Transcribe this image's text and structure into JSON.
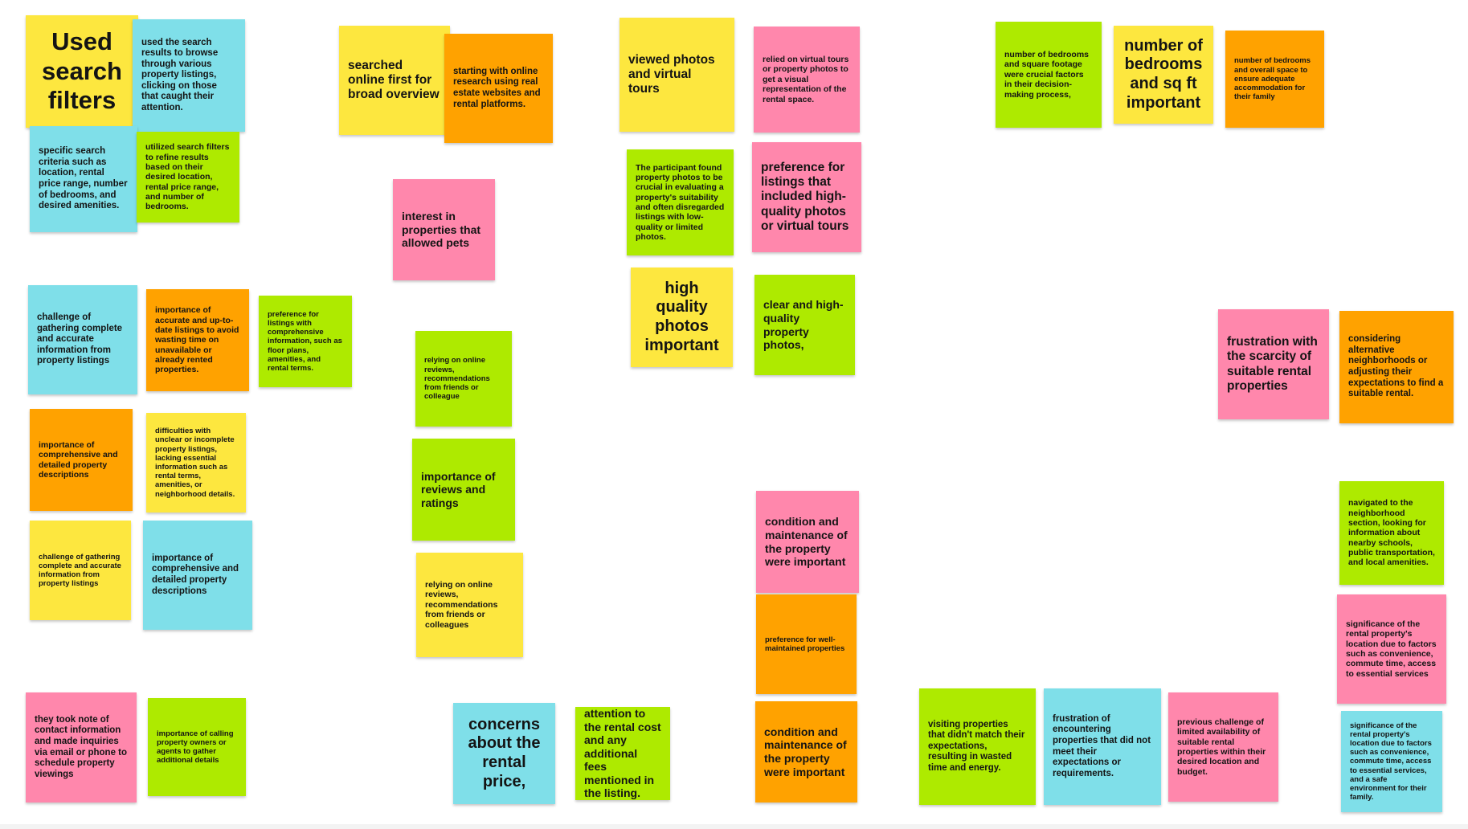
{
  "board": {
    "notes": [
      {
        "text": "Used search filters",
        "color": "yellow"
      },
      {
        "text": "used the search results to browse through various property listings, clicking on those that caught their attention.",
        "color": "blue"
      },
      {
        "text": "specific search criteria such as location, rental price range, number of bedrooms, and desired amenities.",
        "color": "blue"
      },
      {
        "text": "utilized search filters to refine results based on their desired location, rental price range, and number of bedrooms.",
        "color": "green"
      },
      {
        "text": "searched online first for broad overview",
        "color": "yellow"
      },
      {
        "text": "starting with online research using real estate websites and rental platforms.",
        "color": "orange"
      },
      {
        "text": "interest in properties that allowed pets",
        "color": "pink"
      },
      {
        "text": "viewed photos and virtual tours",
        "color": "yellow"
      },
      {
        "text": "relied on virtual tours or property photos to get a visual representation of the rental space.",
        "color": "pink"
      },
      {
        "text": "The participant found property photos to be crucial in evaluating a property's suitability and often disregarded listings with low-quality or limited photos.",
        "color": "green"
      },
      {
        "text": "preference for listings that included high-quality photos or virtual tours",
        "color": "pink"
      },
      {
        "text": "high quality photos important",
        "color": "yellow"
      },
      {
        "text": "clear and high-quality property photos,",
        "color": "green"
      },
      {
        "text": "number of bedrooms and square footage were crucial factors in their decision-making process,",
        "color": "green"
      },
      {
        "text": "number of bedrooms and sq ft important",
        "color": "yellow"
      },
      {
        "text": "number of bedrooms and overall space to ensure adequate accommodation for their family",
        "color": "orange"
      },
      {
        "text": "challenge of gathering complete and accurate information from property listings",
        "color": "blue"
      },
      {
        "text": "importance of accurate and up-to-date listings to avoid wasting time on unavailable or already rented properties.",
        "color": "orange"
      },
      {
        "text": "preference for listings with comprehensive information, such as floor plans, amenities, and rental terms.",
        "color": "green"
      },
      {
        "text": "relying on online reviews, recommendations from friends or colleague",
        "color": "green"
      },
      {
        "text": "importance of reviews and ratings",
        "color": "green"
      },
      {
        "text": "relying on online reviews, recommendations from friends or colleagues",
        "color": "yellow"
      },
      {
        "text": "importance of comprehensive and detailed property descriptions",
        "color": "orange"
      },
      {
        "text": "difficulties with unclear or incomplete property listings, lacking essential information such as rental terms, amenities, or neighborhood details.",
        "color": "yellow"
      },
      {
        "text": "challenge of gathering complete and accurate information from property listings",
        "color": "yellow"
      },
      {
        "text": "importance of comprehensive and detailed property descriptions",
        "color": "blue"
      },
      {
        "text": "frustration with the scarcity of suitable rental properties",
        "color": "pink"
      },
      {
        "text": "considering alternative neighborhoods or adjusting their expectations to find a suitable rental.",
        "color": "orange"
      },
      {
        "text": "condition and maintenance of the property were important",
        "color": "pink"
      },
      {
        "text": "preference for well-maintained properties",
        "color": "orange"
      },
      {
        "text": "condition and maintenance of the property were important",
        "color": "orange"
      },
      {
        "text": "navigated to the neighborhood section, looking for information about nearby schools, public transportation, and local amenities.",
        "color": "green"
      },
      {
        "text": "significance of the rental property's location due to factors such as convenience, commute time, access to essential services",
        "color": "pink"
      },
      {
        "text": "significance of the rental property's location due to factors such as convenience, commute time, access to essential services, and a safe environment for their family.",
        "color": "blue"
      },
      {
        "text": "they took note of contact information and made inquiries via email or phone to schedule property viewings",
        "color": "pink"
      },
      {
        "text": "importance of calling property owners or agents to gather additional details",
        "color": "green"
      },
      {
        "text": "concerns about the rental price,",
        "color": "blue"
      },
      {
        "text": "attention to the rental cost and any additional fees mentioned in the listing.",
        "color": "green"
      },
      {
        "text": "visiting properties that didn't match their expectations, resulting in wasted time and energy.",
        "color": "green"
      },
      {
        "text": "frustration of encountering properties that did not meet their expectations or requirements.",
        "color": "blue"
      },
      {
        "text": "previous challenge of limited availability of suitable rental properties within their desired location and budget.",
        "color": "pink"
      }
    ]
  },
  "colors": {
    "yellow": "#fde73f",
    "orange": "#ffa200",
    "pink": "#ff87ac",
    "green": "#aeea00",
    "blue": "#7fdfe9"
  }
}
